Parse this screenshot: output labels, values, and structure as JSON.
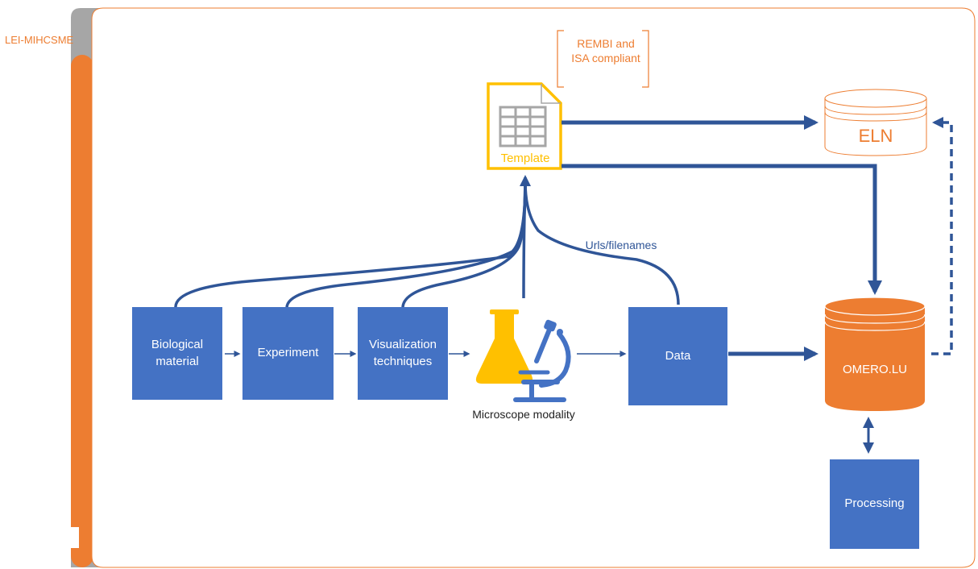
{
  "frame": {
    "side_label": "LEI-MIHCSME"
  },
  "nodes": {
    "biological_material": "Biological material",
    "experiment": "Experiment",
    "visualization_techniques": "Visualization techniques",
    "microscope_modality": "Microscope modality",
    "data": "Data",
    "template": "Template",
    "compliance_note": "REMBI and ISA compliant",
    "eln": "ELN",
    "omero": "OMERO.LU",
    "processing": "Processing"
  },
  "edges": {
    "data_to_template_label": "Urls/filenames"
  },
  "colors": {
    "blue": "#4472c4",
    "dark_blue": "#2f5597",
    "orange": "#ed7d31",
    "yellow": "#ffc000",
    "gray": "#a6a6a6"
  },
  "icons": [
    "template-spreadsheet-icon",
    "microscope-flask-icon",
    "database-cylinder-icon"
  ]
}
